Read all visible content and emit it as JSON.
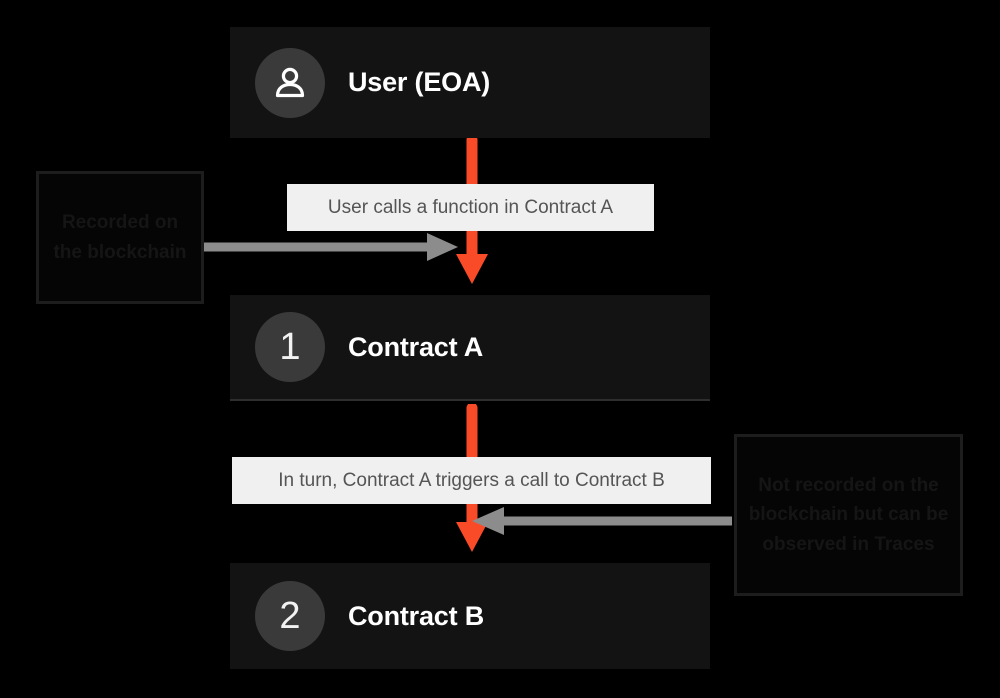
{
  "diagram": {
    "title": "Contract call flow",
    "background_color": "#000000",
    "accent_color": "#FA4B28",
    "node_fill": "#131313",
    "chip_fill": "#F0F0F0",
    "badge_fill": "#3A3A3A",
    "gray_arrow_color": "#8C8C8C"
  },
  "nodes": [
    {
      "id": "user",
      "badge": "person-icon",
      "title": "User (EOA)"
    },
    {
      "id": "contract_a",
      "badge": "1",
      "title": "Contract A"
    },
    {
      "id": "contract_b",
      "badge": "2",
      "title": "Contract B"
    }
  ],
  "edge_labels": [
    {
      "id": "label_1",
      "text": "User calls a function in Contract A"
    },
    {
      "id": "label_2",
      "text": "In turn, Contract A triggers a call to Contract B"
    }
  ],
  "annotations": [
    {
      "id": "note_left",
      "lines": [
        "Recorded",
        "on the",
        "blockchain"
      ],
      "text": "Recorded on the blockchain",
      "points_to": "label_1"
    },
    {
      "id": "note_right",
      "lines": [
        "Not recorded on the",
        "blockchain but can",
        "be observed in",
        "Traces"
      ],
      "text": "Not recorded on the blockchain but can be observed in Traces",
      "points_to": "label_2"
    }
  ]
}
